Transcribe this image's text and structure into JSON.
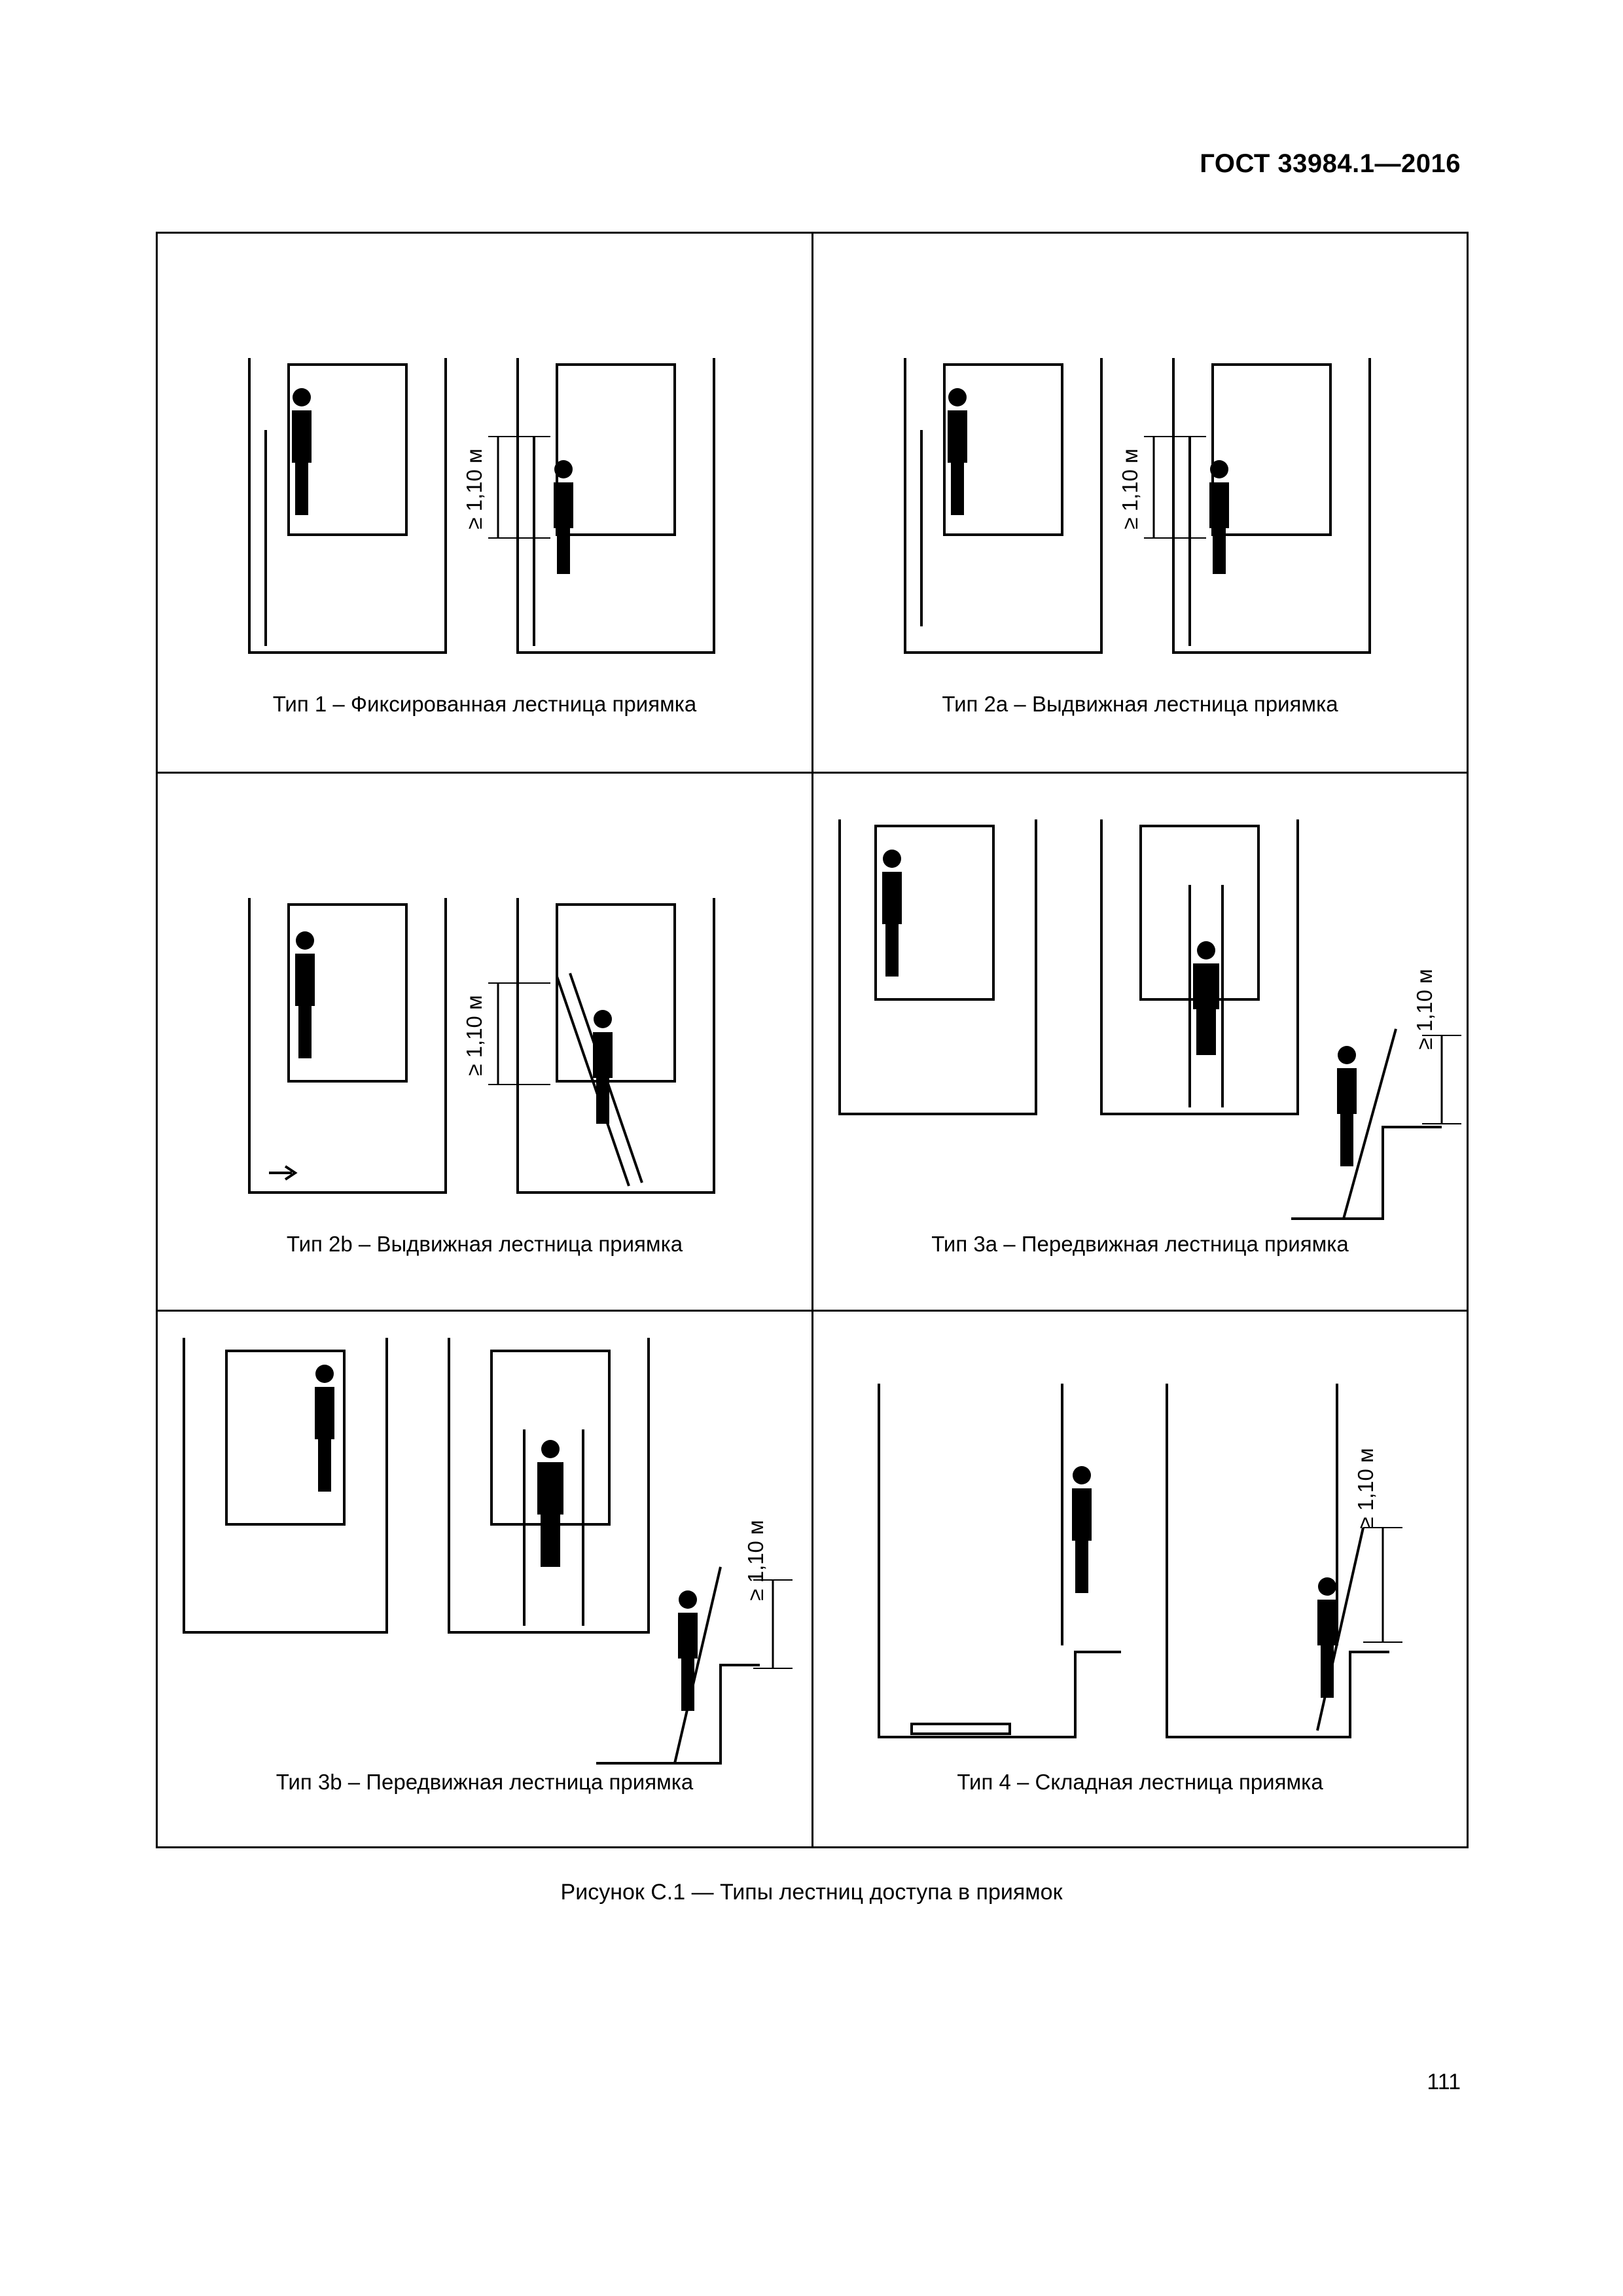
{
  "header": {
    "standard": "ГОСТ 33984.1—2016"
  },
  "dimension_label": "≥ 1,10 м",
  "panels": [
    {
      "caption": "Тип 1 – Фиксированная лестница приямка",
      "icon": "fixed-ladder"
    },
    {
      "caption": "Тип 2а – Выдвижная лестница приямка",
      "icon": "retractable-ladder"
    },
    {
      "caption": "Тип 2b – Выдвижная лестница приямка",
      "icon": "retractable-ladder"
    },
    {
      "caption": "Тип 3а – Передвижная лестница приямка",
      "icon": "movable-ladder"
    },
    {
      "caption": "Тип 3b – Передвижная лестница приямка",
      "icon": "movable-ladder"
    },
    {
      "caption": "Тип 4 – Складная лестница приямка",
      "icon": "folding-ladder"
    }
  ],
  "figure_caption": "Рисунок С.1 — Типы лестниц доступа в приямок",
  "page_number": "111"
}
